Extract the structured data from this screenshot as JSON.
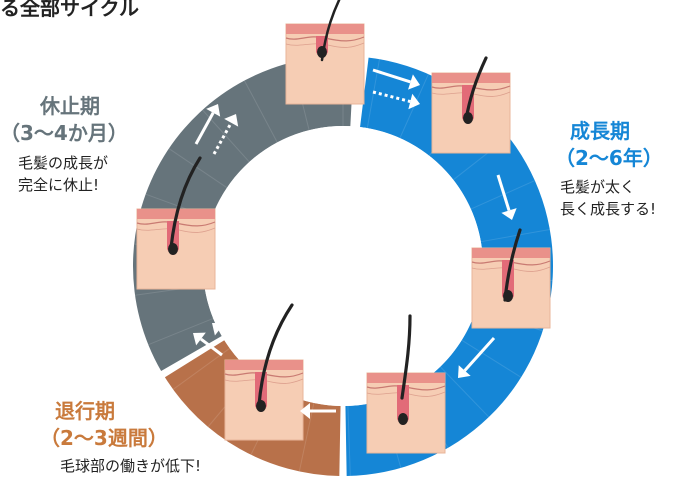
{
  "header": {
    "partial_text": "る全部サイクル"
  },
  "phases": {
    "growth": {
      "name": "成長期",
      "duration": "（2〜6年）",
      "description": [
        "毛髪が太く",
        "長く成長する!"
      ],
      "color": "#1586d6"
    },
    "regression": {
      "name": "退行期",
      "duration": "（2〜3週間）",
      "description": [
        "毛球部の働きが低下!"
      ],
      "color": "#b8714a"
    },
    "resting": {
      "name": "休止期",
      "duration": "（3〜4か月）",
      "description": [
        "毛髪の成長が",
        "完全に休止!"
      ],
      "color": "#66747b"
    }
  },
  "colors": {
    "skin": "#f6cdb4",
    "skin_top": "#e9918a",
    "dermis_line": "#c97a72",
    "follicle": "#e26b78",
    "hair": "#222222",
    "arrow": "#ffffff",
    "regression_text": "#c97a3c"
  },
  "icons": [
    "hair-follicle-icon",
    "arrow-icon"
  ]
}
